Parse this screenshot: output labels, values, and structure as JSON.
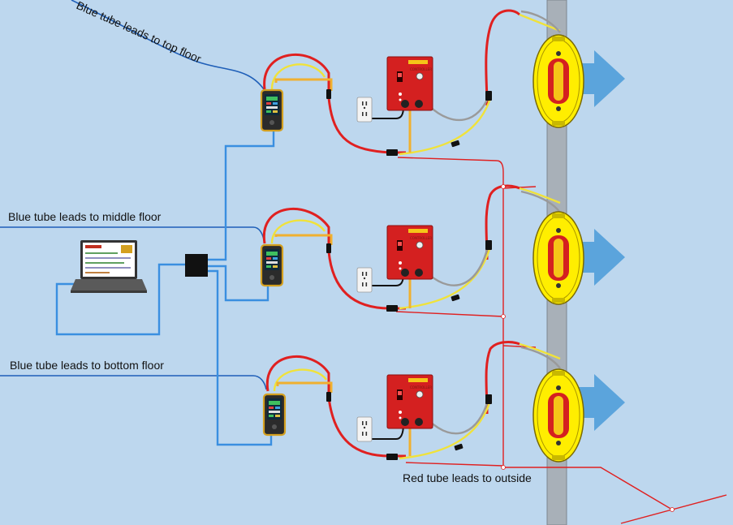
{
  "labels": {
    "top_floor": "Blue tube leads to top floor",
    "middle_floor": "Blue tube leads to middle floor",
    "bottom_floor": "Blue tube leads to bottom floor",
    "outside": "Red tube leads to outside"
  },
  "colors": {
    "background": "#bdd7ee",
    "blue_tube": "#3a8fe0",
    "blue_lead": "#1f5fb8",
    "red_tube": "#e02020",
    "yellow_tube": "#f0e23a",
    "orange_tube": "#f0b030",
    "gray_tube": "#9a9a9a",
    "fan_yellow": "#ffee00",
    "panel_red": "#d42020",
    "arrow": "#5ba4dc",
    "wall": "#a8b0b8"
  },
  "units": [
    {
      "floor": "top"
    },
    {
      "floor": "middle"
    },
    {
      "floor": "bottom"
    }
  ]
}
